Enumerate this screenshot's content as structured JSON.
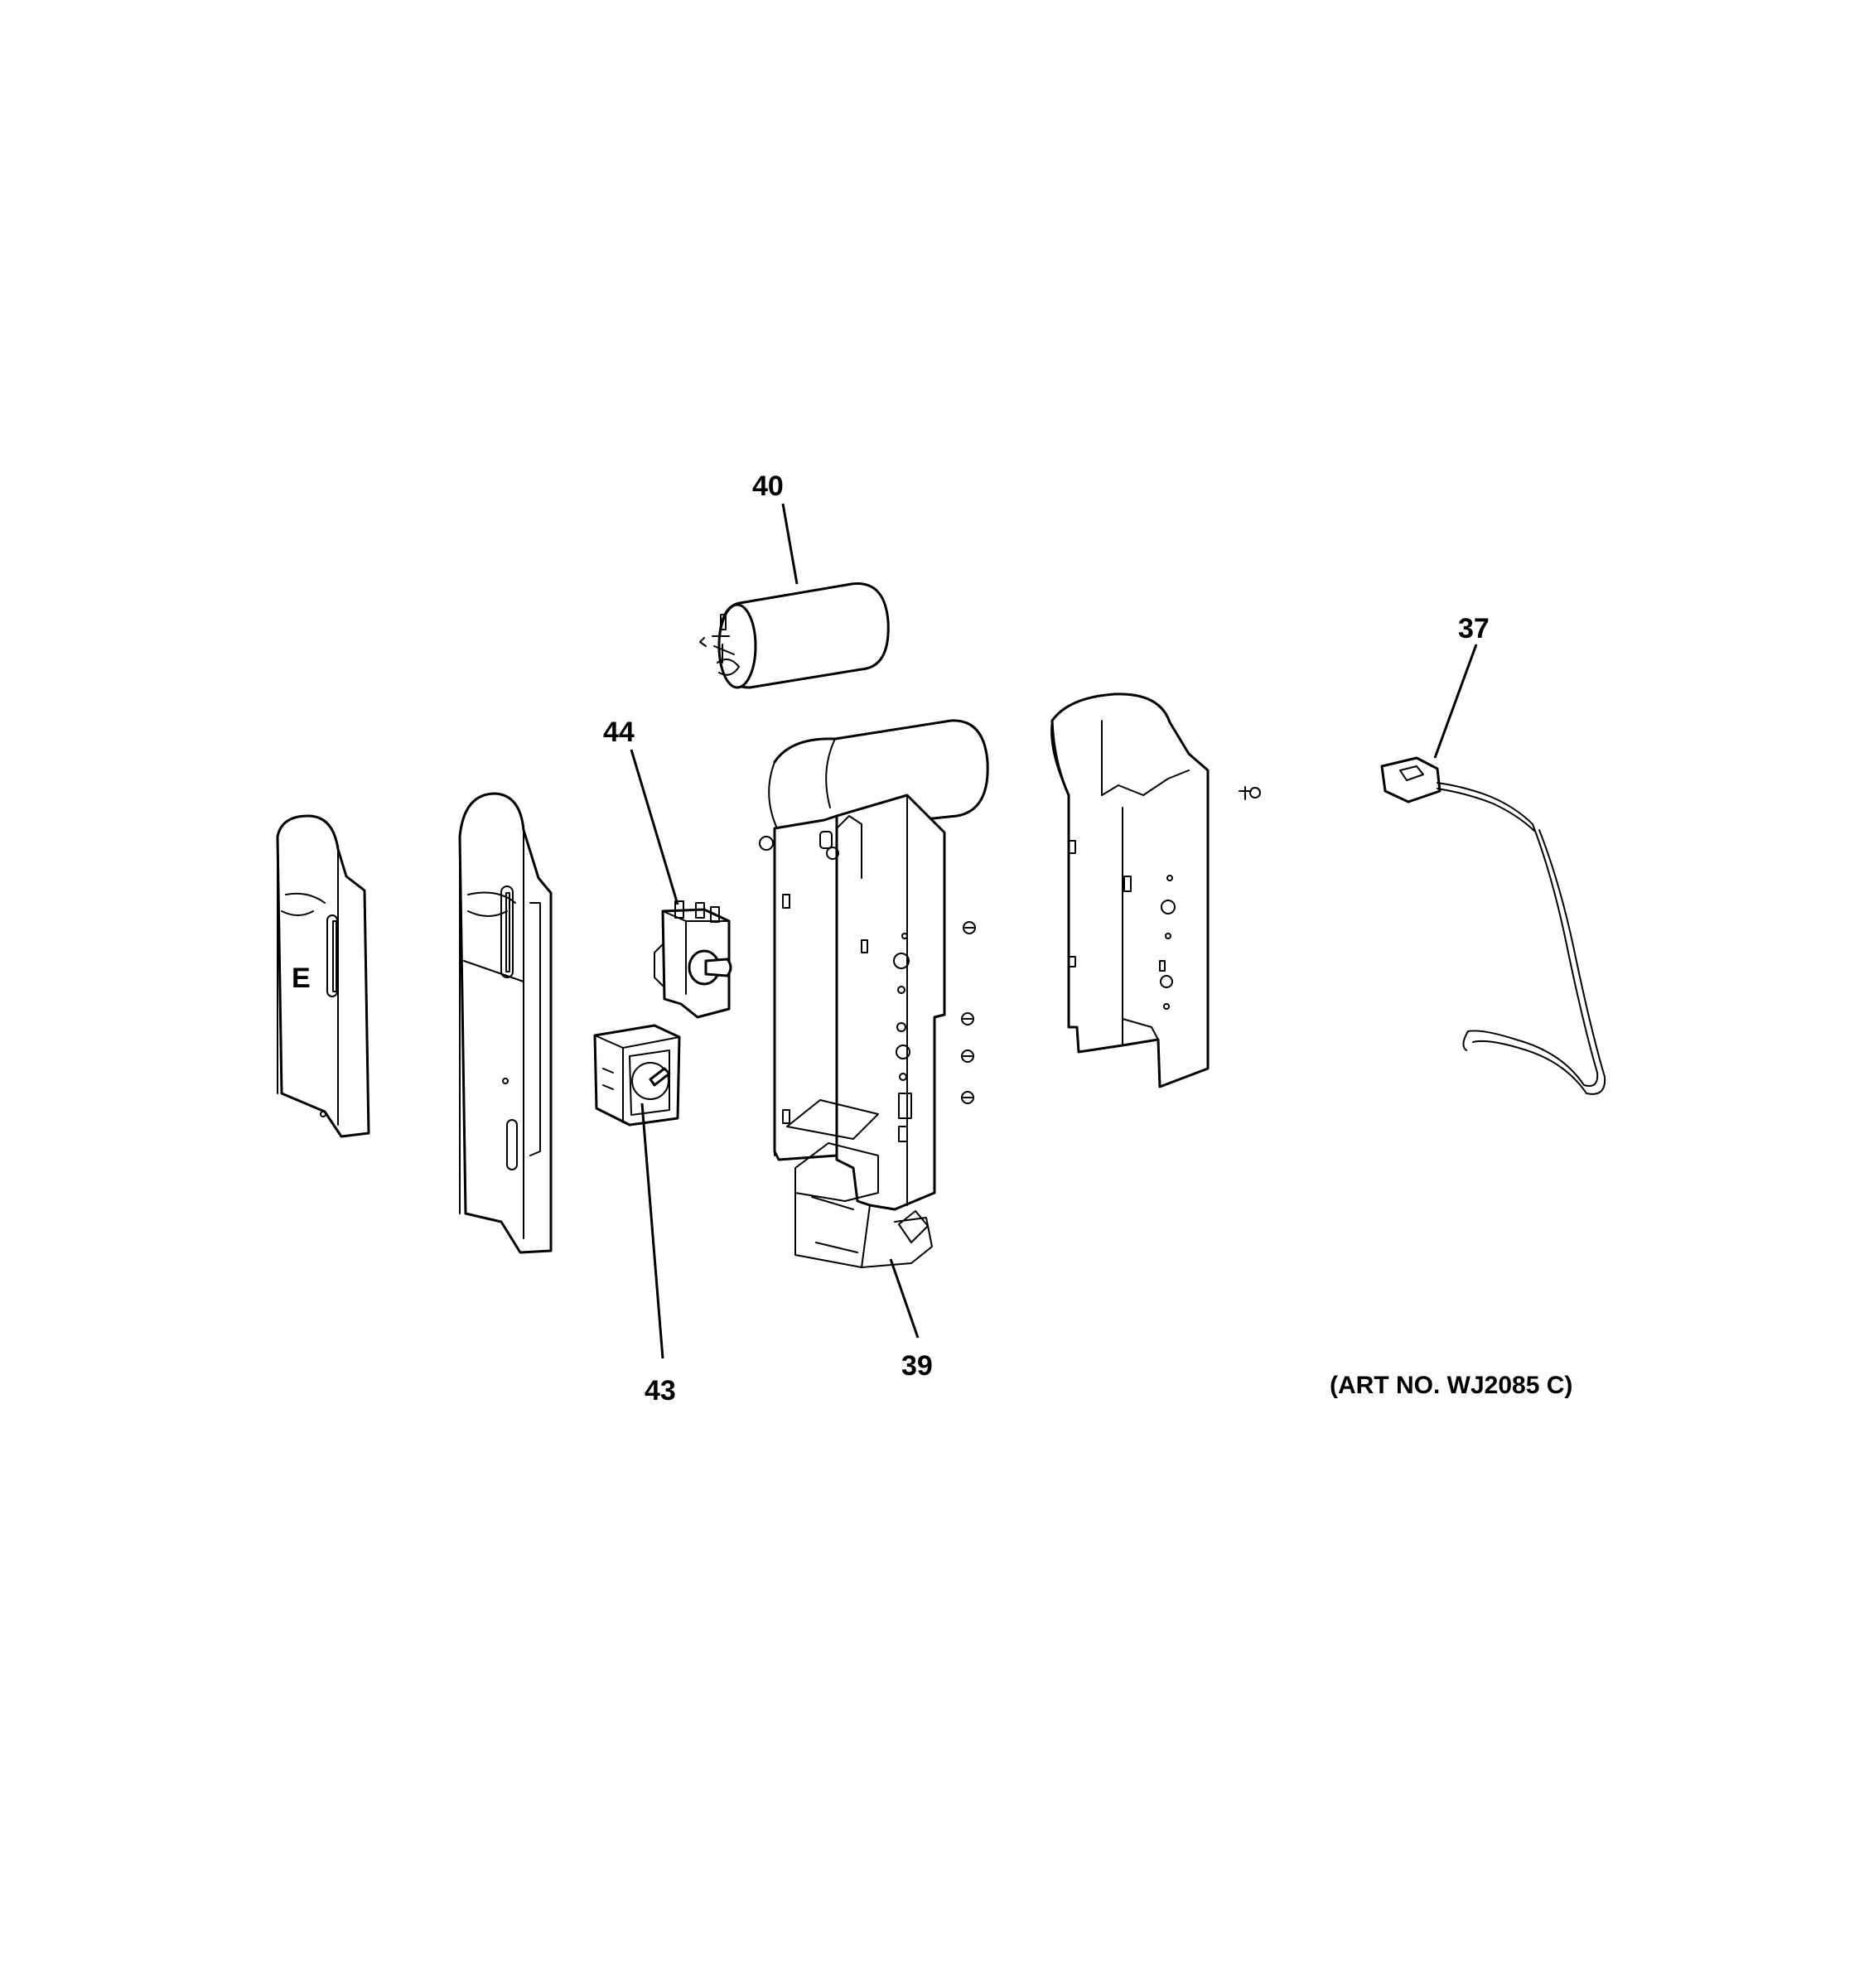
{
  "callouts": {
    "c40": "40",
    "c37": "37",
    "c44": "44",
    "c43": "43",
    "c39": "39"
  },
  "art_number": "(ART NO. WJ2085 C)",
  "panel_letter": "E"
}
